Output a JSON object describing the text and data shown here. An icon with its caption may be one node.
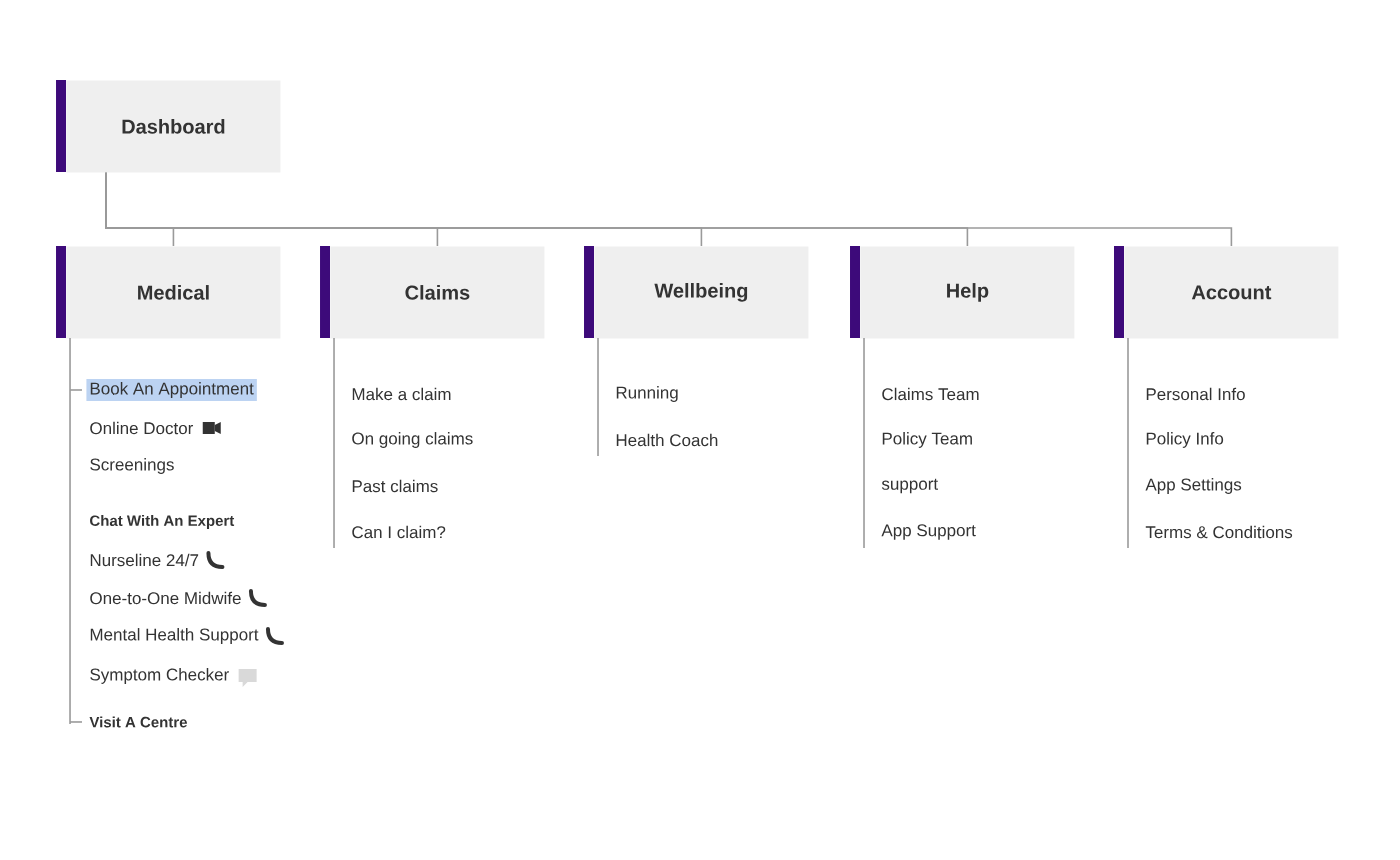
{
  "diagram": {
    "nodes": [
      {
        "text": [
          "Dashboard"
        ]
      },
      {
        "text": [
          "Medical"
        ],
        "beside": [
          "Book An Appointment",
          "Online Doctor",
          "Screenings",
          "Chat With An Expert",
          "Nurseline 24/7",
          "One-to-One Midwife",
          "Mental Health Support",
          "Symptom Checker",
          "Visit A Centre"
        ]
      },
      {
        "text": [
          "Claims"
        ],
        "beside": [
          "Make a claim",
          "On going claims",
          "Past claims",
          "Can I claim?"
        ]
      },
      {
        "text": [
          "Wellbeing"
        ],
        "beside": [
          "Running",
          "Health Coach"
        ]
      },
      {
        "text": [
          "Help"
        ],
        "beside": [
          "Claims Team",
          "Policy Team",
          "support",
          "App Support"
        ]
      },
      {
        "text": [
          "Account"
        ],
        "beside": [
          "Personal Info",
          "Policy Info",
          "App Settings",
          "Terms & Conditions"
        ]
      }
    ],
    "edges": [
      {
        "from": 0,
        "to": 1,
        "arrow": "none"
      },
      {
        "from": 0,
        "to": 2,
        "arrow": "none"
      },
      {
        "from": 0,
        "to": 3,
        "arrow": "none"
      },
      {
        "from": 0,
        "to": 4,
        "arrow": "none"
      },
      {
        "from": 0,
        "to": 5,
        "arrow": "none"
      }
    ]
  }
}
